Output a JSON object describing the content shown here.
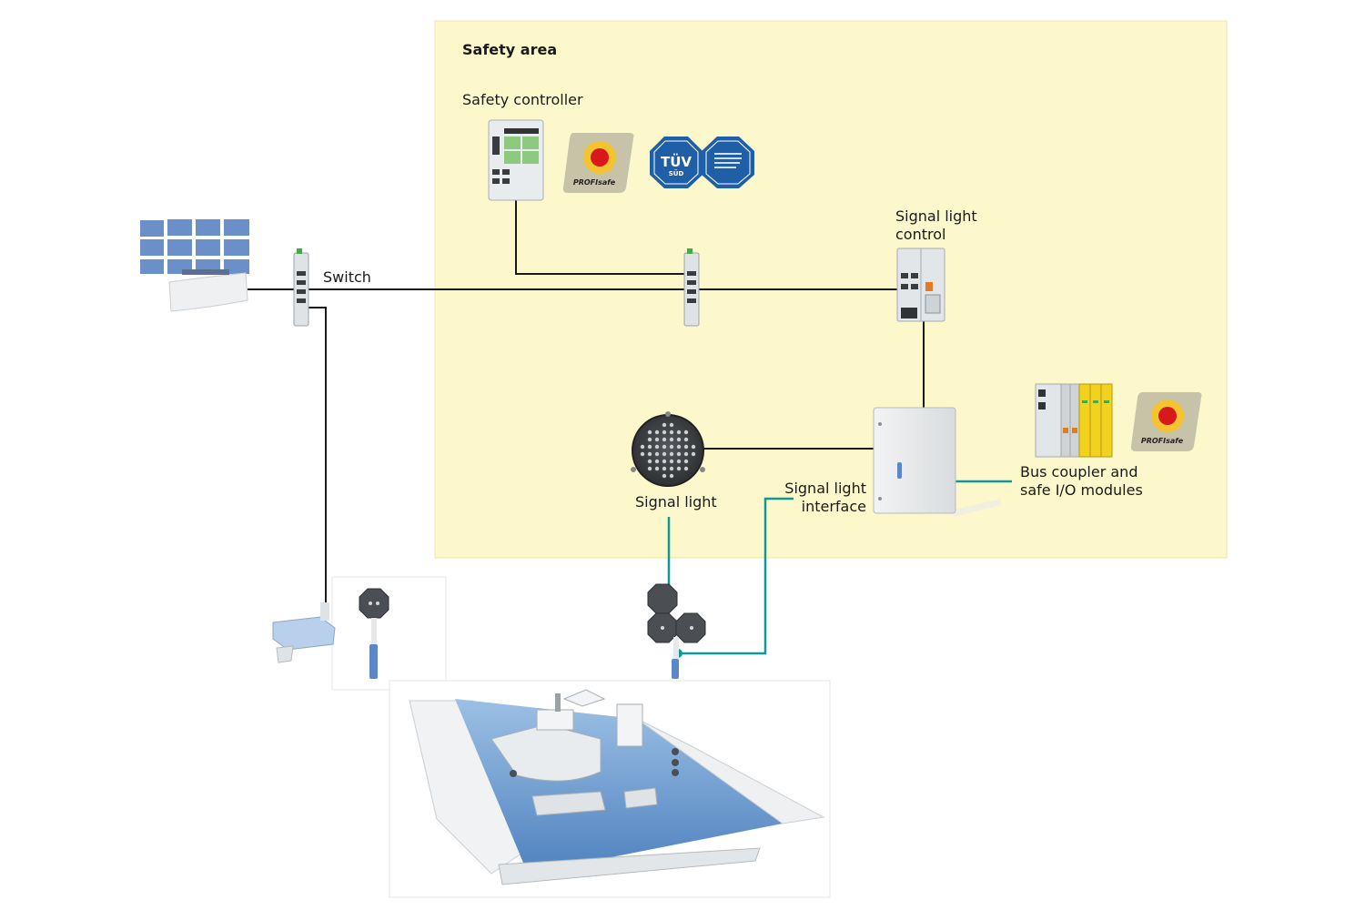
{
  "safety_area": {
    "title": "Safety area",
    "fill": "#fdf8cc"
  },
  "labels": {
    "safety_controller": "Safety controller",
    "switch": "Switch",
    "signal_light_control": [
      "Signal light",
      "control"
    ],
    "signal_light": "Signal light",
    "signal_light_interface": [
      "Signal light",
      "interface"
    ],
    "bus_coupler": [
      "Bus coupler and",
      "safe I/O modules"
    ]
  },
  "badges": {
    "profisafe": "PROFIsafe",
    "tuv": "TÜV",
    "sud": "SÜD"
  },
  "colors": {
    "ethernet_line": "#1a1a1a",
    "signal_line": "#0f9a9a",
    "device_grey": "#d8dcdf",
    "emergency_red": "#d7191c",
    "emergency_yellow": "#f4c430",
    "tuv_blue": "#1f5fa8",
    "water_blue": "#7aa7d6"
  },
  "icons": [
    "control-room-icon",
    "switch-icon",
    "camera-icon",
    "safety-controller-icon",
    "emergency-stop-icon",
    "tuv-certification-icon",
    "signal-light-control-icon",
    "signal-light-icon",
    "cabinet-icon",
    "io-modules-icon",
    "traffic-signal-icon",
    "ship-lock-icon"
  ]
}
